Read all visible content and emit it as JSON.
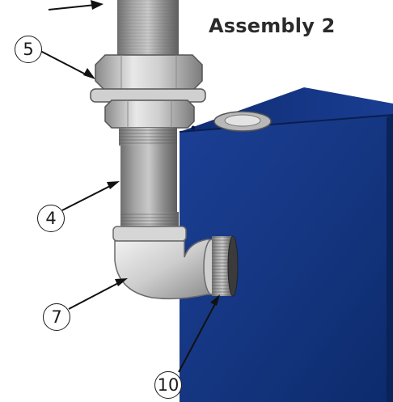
{
  "title": "Assembly 2",
  "callouts": {
    "part_5": "5",
    "part_4": "4",
    "part_7": "7",
    "part_10": "10"
  },
  "colors": {
    "box_blue": "#123a8a",
    "box_blue_dark": "#0b2766",
    "metal_light": "#d9d9d9",
    "metal_mid": "#a9a9a9",
    "metal_dark": "#6f6f6f",
    "leader": "#111111"
  }
}
